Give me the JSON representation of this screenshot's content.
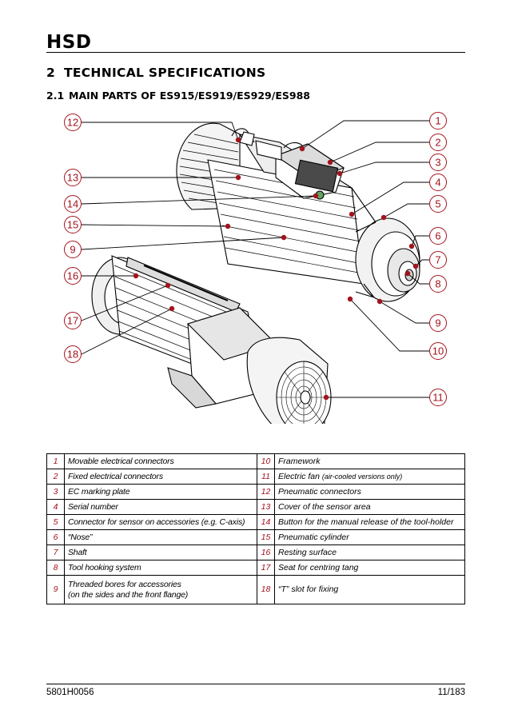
{
  "header": {
    "logo": "HSD"
  },
  "section": {
    "number": "2",
    "title": "TECHNICAL SPECIFICATIONS"
  },
  "subsection": {
    "number": "2.1",
    "title": "MAIN PARTS OF ES915/ES919/ES929/ES988"
  },
  "colors": {
    "accent": "#a3131c",
    "drawing_line": "#000000"
  },
  "callouts": [
    "1",
    "2",
    "3",
    "4",
    "5",
    "6",
    "7",
    "8",
    "9",
    "10",
    "11",
    "12",
    "13",
    "14",
    "15",
    "9",
    "16",
    "17",
    "18"
  ],
  "parts": [
    {
      "left": {
        "num": "1",
        "desc": "Movable electrical connectors"
      },
      "right": {
        "num": "10",
        "desc": "Framework"
      }
    },
    {
      "left": {
        "num": "2",
        "desc": "Fixed electrical connectors"
      },
      "right": {
        "num": "11",
        "desc": "Electric fan",
        "note": "(air-cooled versions only)"
      }
    },
    {
      "left": {
        "num": "3",
        "desc": "EC marking plate"
      },
      "right": {
        "num": "12",
        "desc": "Pneumatic connectors"
      }
    },
    {
      "left": {
        "num": "4",
        "desc": "Serial number"
      },
      "right": {
        "num": "13",
        "desc": "Cover of the sensor area"
      }
    },
    {
      "left": {
        "num": "5",
        "desc": "Connector for sensor on accessories (e.g. C-axis)"
      },
      "right": {
        "num": "14",
        "desc": "Button for the manual release of the tool-holder"
      }
    },
    {
      "left": {
        "num": "6",
        "desc": "“Nose”"
      },
      "right": {
        "num": "15",
        "desc": "Pneumatic cylinder"
      }
    },
    {
      "left": {
        "num": "7",
        "desc": "Shaft"
      },
      "right": {
        "num": "16",
        "desc": "Resting surface"
      }
    },
    {
      "left": {
        "num": "8",
        "desc": "Tool hooking system"
      },
      "right": {
        "num": "17",
        "desc": "Seat for centring tang"
      }
    },
    {
      "left": {
        "num": "9",
        "desc_line1": "Threaded bores for accessories",
        "desc_line2": "(on the sides and the front flange)"
      },
      "right": {
        "num": "18",
        "desc": "“T” slot for fixing"
      }
    }
  ],
  "footer": {
    "doc_code": "5801H0056",
    "page": "11/183"
  }
}
